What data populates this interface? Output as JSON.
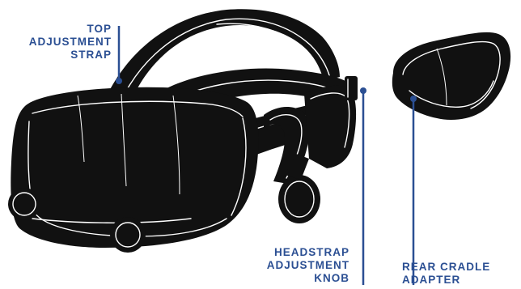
{
  "colors": {
    "accent": "#2b4f93",
    "headset": "#111111",
    "background": "#ffffff"
  },
  "callouts": {
    "top_strap": "TOP\nADJUSTMENT\nSTRAP",
    "headstrap_knob": "HEADSTRAP\nADJUSTMENT\nKNOB",
    "rear_cradle": "REAR CRADLE\nADAPTER"
  }
}
